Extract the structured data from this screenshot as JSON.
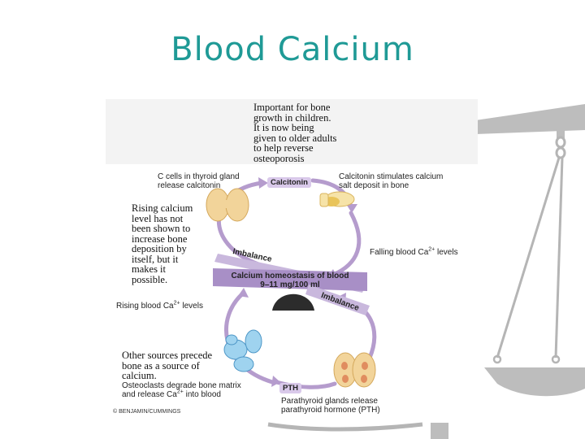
{
  "slide": {
    "title": "Blood Calcium"
  },
  "diagram": {
    "top_note": [
      "Important for bone",
      "growth in children.",
      "It is now being",
      "given to older adults",
      "to help reverse",
      "osteoporosis"
    ],
    "left_note": [
      "Rising calcium",
      "level has not",
      "been shown to",
      "increase bone",
      "deposition by",
      "itself, but it",
      "makes it",
      "possible."
    ],
    "bottom_note": [
      "Other sources precede",
      "bone as a source of",
      "calcium."
    ],
    "c_cells": [
      "C cells in thyroid gland",
      "release calcitonin"
    ],
    "calcitonin_label": "Calcitonin",
    "calcitonin_effect": [
      "Calcitonin stimulates calcium",
      "salt deposit in bone"
    ],
    "falling": "Falling blood Ca",
    "rising": "Rising blood Ca",
    "levels_suffix": " levels",
    "charge": "2+",
    "imbalance": "Imbalance",
    "center_line1": "Calcium homeostasis of blood",
    "center_line2": "9–11 mg/100 ml",
    "osteoclasts_line1": "Osteoclasts degrade bone matrix",
    "osteoclasts_line2_a": "and release Ca",
    "osteoclasts_line2_b": " into blood",
    "pth_label": "PTH",
    "parathyroid": [
      "Parathyroid glands release",
      "parathyroid hormone (PTH)"
    ],
    "credit": "© BENJAMIN/CUMMINGS"
  },
  "colors": {
    "title": "#1f9a96",
    "cycle_arrow": "#b59ccd",
    "scale": "#b9b9b9"
  }
}
